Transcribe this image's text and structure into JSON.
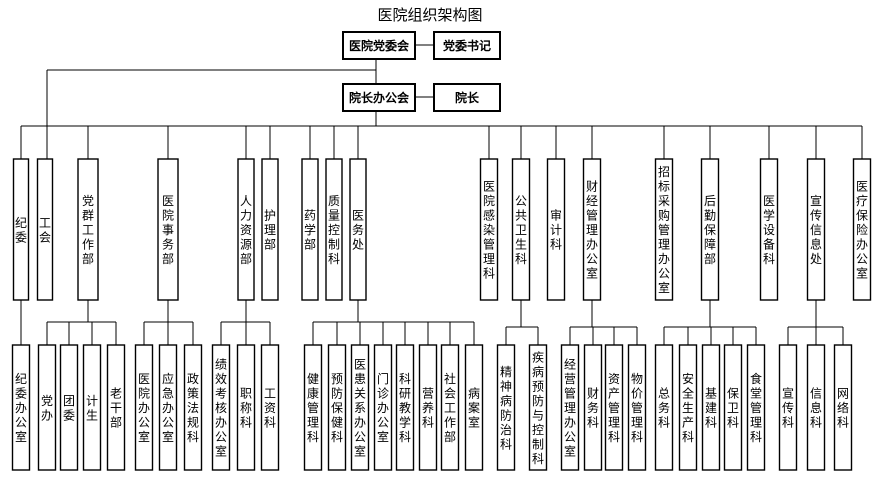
{
  "title": "医院组织架构图",
  "top": {
    "party_committee": "医院党委会",
    "party_secretary": "党委书记",
    "president_office": "院长办公会",
    "president": "院长"
  },
  "departments": [
    {
      "label": "纪委",
      "children": [
        {
          "label": "纪委办公室"
        }
      ]
    },
    {
      "label": "工会",
      "children": []
    },
    {
      "label": "党群工作部",
      "children": [
        {
          "label": "党办"
        },
        {
          "label": "团委"
        },
        {
          "label": "计生"
        },
        {
          "label": "老干部"
        }
      ]
    },
    {
      "label": "医院事务部",
      "children": [
        {
          "label": "医院办公室"
        },
        {
          "label": "应急办公室"
        },
        {
          "label": "政策法规科"
        }
      ]
    },
    {
      "label": "人力资源部",
      "children": [
        {
          "label": "绩效考核办公室"
        },
        {
          "label": "职称科"
        },
        {
          "label": "工资科"
        }
      ]
    },
    {
      "label": "护理部",
      "children": []
    },
    {
      "label": "药学部",
      "children": []
    },
    {
      "label": "质量控制科",
      "children": []
    },
    {
      "label": "医务处",
      "children": [
        {
          "label": "健康管理科"
        },
        {
          "label": "预防保健科"
        },
        {
          "label": "医患关系办公室"
        },
        {
          "label": "门诊办公室"
        },
        {
          "label": "科研教学科"
        },
        {
          "label": "营养科"
        },
        {
          "label": "社会工作部"
        },
        {
          "label": "病案室"
        }
      ]
    },
    {
      "label": "医院感染管理科",
      "children": []
    },
    {
      "label": "公共卫生科",
      "children": [
        {
          "label": "精神病防治科"
        },
        {
          "label": "疾病预防与控制科"
        }
      ]
    },
    {
      "label": "审计科",
      "children": []
    },
    {
      "label": "财经管理办公室",
      "children": [
        {
          "label": "经营管理办公室"
        },
        {
          "label": "财务科"
        },
        {
          "label": "资产管理科"
        },
        {
          "label": "物价管理科"
        }
      ]
    },
    {
      "label": "招标采购管理办公室",
      "children": []
    },
    {
      "label": "后勤保障部",
      "children": [
        {
          "label": "总务科"
        },
        {
          "label": "安全生产科"
        },
        {
          "label": "基建科"
        },
        {
          "label": "保卫科"
        },
        {
          "label": "食堂管理科"
        }
      ]
    },
    {
      "label": "医学设备科",
      "children": []
    },
    {
      "label": "宣传信息处",
      "children": [
        {
          "label": "宣传科"
        },
        {
          "label": "信息科"
        },
        {
          "label": "网络科"
        }
      ]
    },
    {
      "label": "医疗保险办公室",
      "children": []
    }
  ]
}
